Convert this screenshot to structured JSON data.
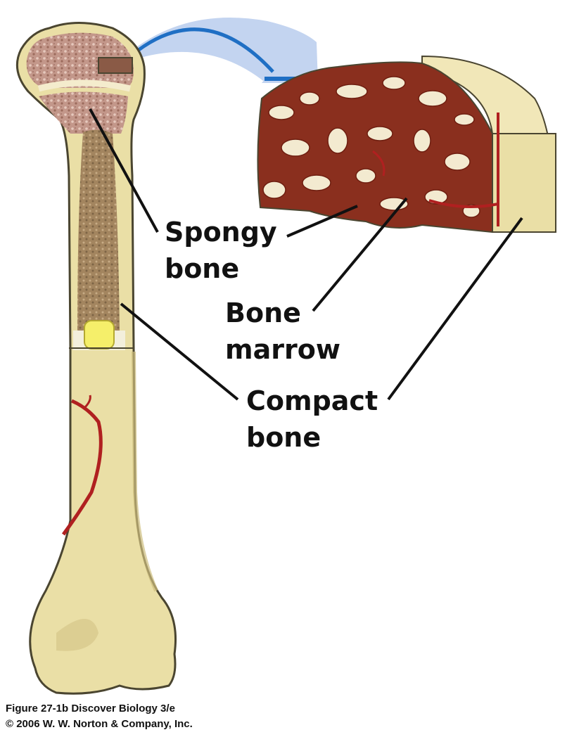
{
  "labels": {
    "spongy_bone": [
      "Spongy",
      "bone"
    ],
    "bone_marrow": [
      "Bone",
      "marrow"
    ],
    "compact_bone": [
      "Compact",
      "bone"
    ]
  },
  "caption": {
    "line1": "Figure 27-1b  Discover Biology 3/e",
    "line2": "© 2006 W. W. Norton & Company, Inc."
  },
  "colors": {
    "compact_bone": "#eadfa6",
    "bone_outline": "#4a4530",
    "spongy_bone": "#b88a7a",
    "marrow_cavity": "#9c7e5c",
    "marrow_dark": "#6e1e10",
    "blood_vessel": "#b02020",
    "fat_plug": "#f5ef6a",
    "arrow_light": "#c3d4f0",
    "arrow_dark": "#1f6fc4"
  }
}
